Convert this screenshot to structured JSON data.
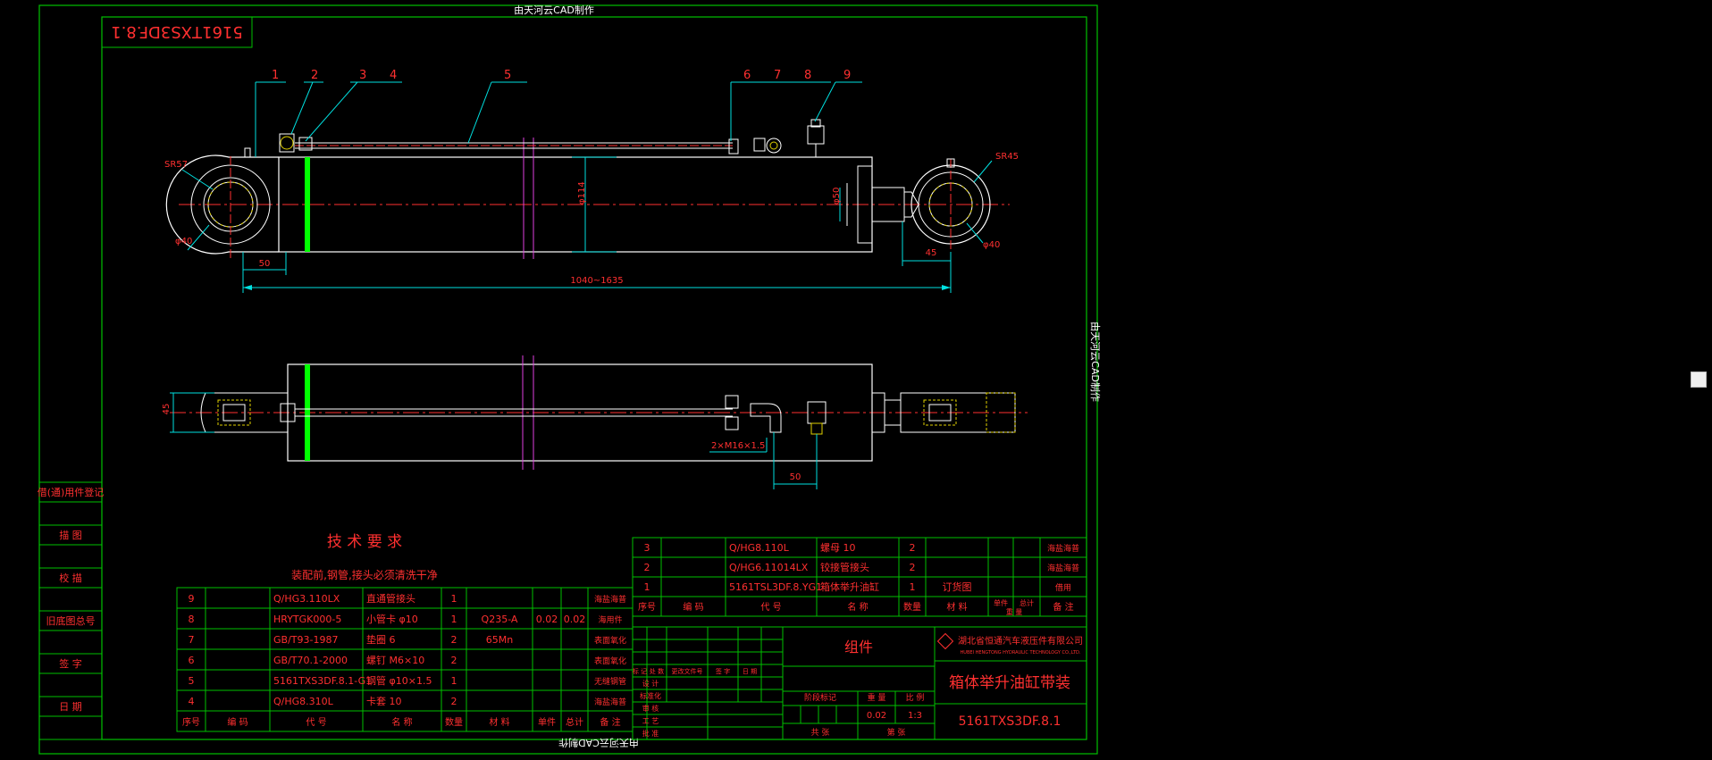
{
  "colors": {
    "background": "#000000",
    "frame": "#00c000",
    "outline": "#ffffff",
    "dimension": "#00e0e0",
    "annotation": "#e03030",
    "centerline": "#ff3030",
    "section": "#e040e0",
    "seal": "#00ff00",
    "fitting": "#e0d000",
    "text_red": "#ff3030",
    "text_white": "#ffffff"
  },
  "watermark": {
    "top": "由天河云CAD制作",
    "bottom": "由天河云CAD制作",
    "right": "由天河云CAD制作"
  },
  "drawing_number_box": "5161TXS3DF.8.1",
  "balloons": [
    "1",
    "2",
    "3",
    "4",
    "5",
    "6",
    "7",
    "8",
    "9"
  ],
  "dimensions": {
    "sr_left": "SR57",
    "sr_right": "SR45",
    "dia_left": "φ40",
    "dia_right": "φ40",
    "bore": "φ114",
    "rod": "φ50",
    "left_offset": "50",
    "right_offset": "45",
    "stroke": "1040~1635",
    "side_width": "45",
    "port_thread": "2×M16×1.5",
    "port_spacing": "50"
  },
  "left_panel": [
    "借(通)用件登记",
    "描 图",
    "校 描",
    "旧底图总号",
    "签 字",
    "日 期"
  ],
  "tech_requirements": {
    "title": "技 术 要 求",
    "line1": "装配前,钢管,接头必须清洗干净"
  },
  "parts_left": {
    "rows": [
      [
        "9",
        "",
        "Q/HG3.110LX",
        "直通管接头",
        "1",
        "",
        "",
        "",
        "海盐海普"
      ],
      [
        "8",
        "",
        "HRYTGK000-5",
        "小管卡 φ10",
        "1",
        "Q235-A",
        "0.02",
        "0.02",
        "海用件"
      ],
      [
        "7",
        "",
        "GB/T93-1987",
        "垫圈 6",
        "2",
        "65Mn",
        "",
        "",
        "表面氧化"
      ],
      [
        "6",
        "",
        "GB/T70.1-2000",
        "螺钉 M6×10",
        "2",
        "",
        "",
        "",
        "表面氧化"
      ],
      [
        "5",
        "",
        "5161TXS3DF.8.1-G1",
        "钢管 φ10×1.5",
        "1",
        "",
        "",
        "",
        "无缝钢管"
      ],
      [
        "4",
        "",
        "Q/HG8.310L",
        "卡套 10",
        "2",
        "",
        "",
        "",
        "海盐海普"
      ]
    ],
    "headers": [
      "序号",
      "编 码",
      "代 号",
      "名 称",
      "数量",
      "材 料",
      "单件",
      "总计",
      "备 注"
    ]
  },
  "parts_right": {
    "rows": [
      [
        "3",
        "",
        "Q/HG8.110L",
        "螺母 10",
        "2",
        "",
        "",
        "海盐海普"
      ],
      [
        "2",
        "",
        "Q/HG6.11014LX",
        "铰接管接头",
        "2",
        "",
        "",
        "海盐海普"
      ],
      [
        "1",
        "",
        "5161TSL3DF.8.YG1",
        "箱体举升油缸",
        "1",
        "订货图",
        "",
        "借用"
      ]
    ],
    "headers": [
      "序号",
      "编 码",
      "代 号",
      "名 称",
      "数量",
      "材 料",
      "单件",
      "总计",
      "备 注"
    ],
    "weight_header": "重 量"
  },
  "title_block": {
    "kind": "组件",
    "company": "湖北省恒通汽车液压件有限公司",
    "company_en": "HUBEI HENGTONG HYDRAULIC TECHNOLOGY CO.,LTD.",
    "product": "箱体举升油缸带装",
    "drawing_no": "5161TXS3DF.8.1",
    "weight": "0.02",
    "scale": "1:3",
    "stage_label": "阶段标记",
    "weight_label": "重 量",
    "scale_label": "比 例",
    "sheets": "共 张",
    "sheet": "第 张",
    "rows_left": [
      "标 记",
      "处 数",
      "更改文件号",
      "签 字",
      "日 期"
    ],
    "roles": [
      "设 计",
      "标准化",
      "审 核",
      "工 艺",
      "批 准"
    ]
  }
}
